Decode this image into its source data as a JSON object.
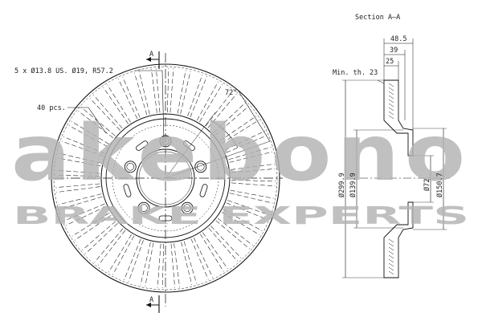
{
  "watermark": {
    "brand": "akebono",
    "tagline": "BRAKE EXPERTS",
    "color": "#b3b3b3"
  },
  "labels": {
    "section_title": "Section A–A",
    "bolt_spec": "5 x Ø13.8 US. Ø19, R57.2",
    "vane_count": "40 pcs.",
    "angle": "72°",
    "section_mark_top": "A",
    "section_mark_bottom": "A",
    "min_thickness": "Min. th. 23",
    "dim_48_5": "48.5",
    "dim_39": "39",
    "dim_25": "25",
    "dia_299_9": "Ø299.9",
    "dia_139_9": "Ø139.9",
    "dia_72": "Ø72",
    "dia_150_7": "Ø150.7"
  },
  "disc": {
    "bolt_holes": 5,
    "vanes": 40
  }
}
